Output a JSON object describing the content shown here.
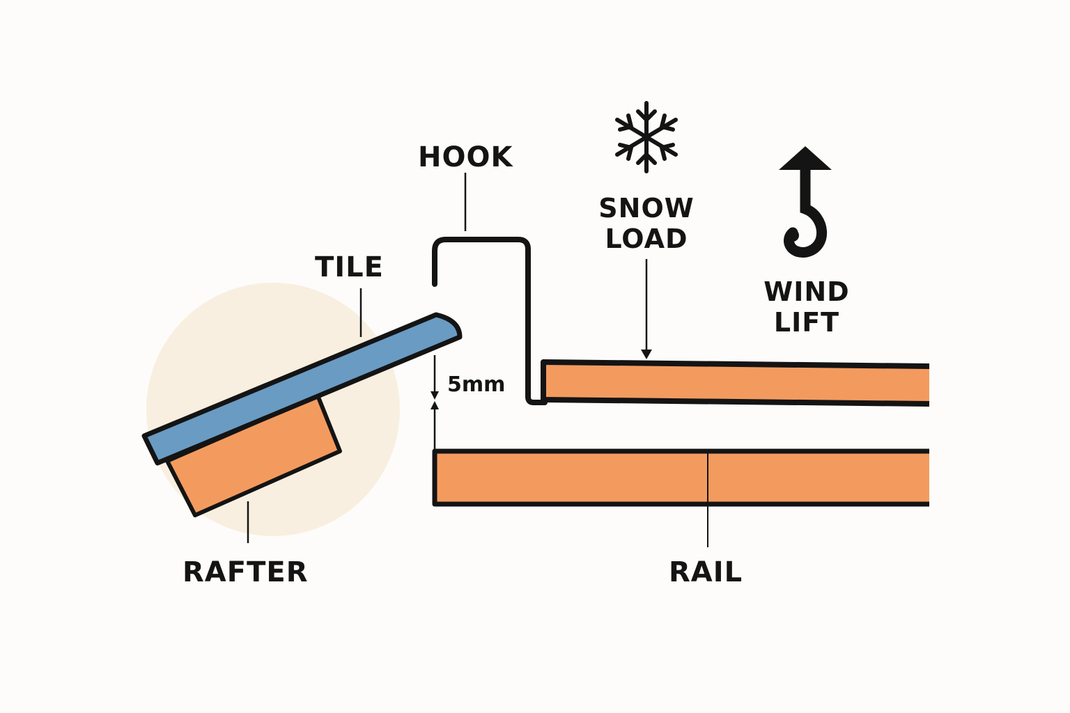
{
  "labels": {
    "hook": "HOOK",
    "tile": "TILE",
    "rafter": "RAFTER",
    "rail": "RAIL",
    "snow_load_line1": "SNOW",
    "snow_load_line2": "LOAD",
    "wind_lift_line1": "WIND",
    "wind_lift_line2": "LIFT",
    "gap": "5mm"
  },
  "icons": {
    "snow": "snowflake-icon",
    "wind": "hook-arrow-icon"
  },
  "colors": {
    "tile": "#6a9bc3",
    "wood": "#f39b5f",
    "highlight": "#f8efe0",
    "outline": "#141414",
    "background": "#fdfcfa"
  }
}
